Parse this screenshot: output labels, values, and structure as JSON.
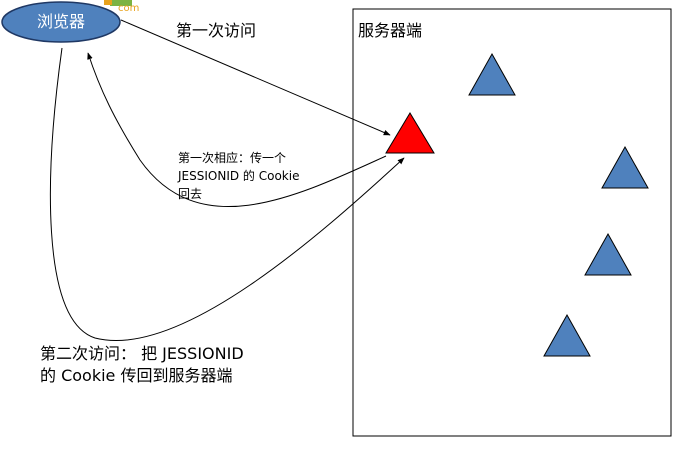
{
  "browser": {
    "label": "浏览器"
  },
  "server": {
    "label": "服务器端"
  },
  "arrows": {
    "first_request": "第一次访问",
    "first_response": {
      "line1": "第一次相应：传一个",
      "line2": "JESSIONID 的 Cookie",
      "line3": "回去"
    },
    "second_request": {
      "line1": "第二次访问： 把 JESSIONID",
      "line2": "的 Cookie 传回到服务器端"
    }
  },
  "logo": {
    "text": "com"
  },
  "colors": {
    "node_fill": "#4f81bd",
    "node_stroke": "#1f3864",
    "highlight_fill": "#ff0000",
    "line": "#000000",
    "logo_green": "#7cb342",
    "logo_orange": "#e8a21c"
  }
}
